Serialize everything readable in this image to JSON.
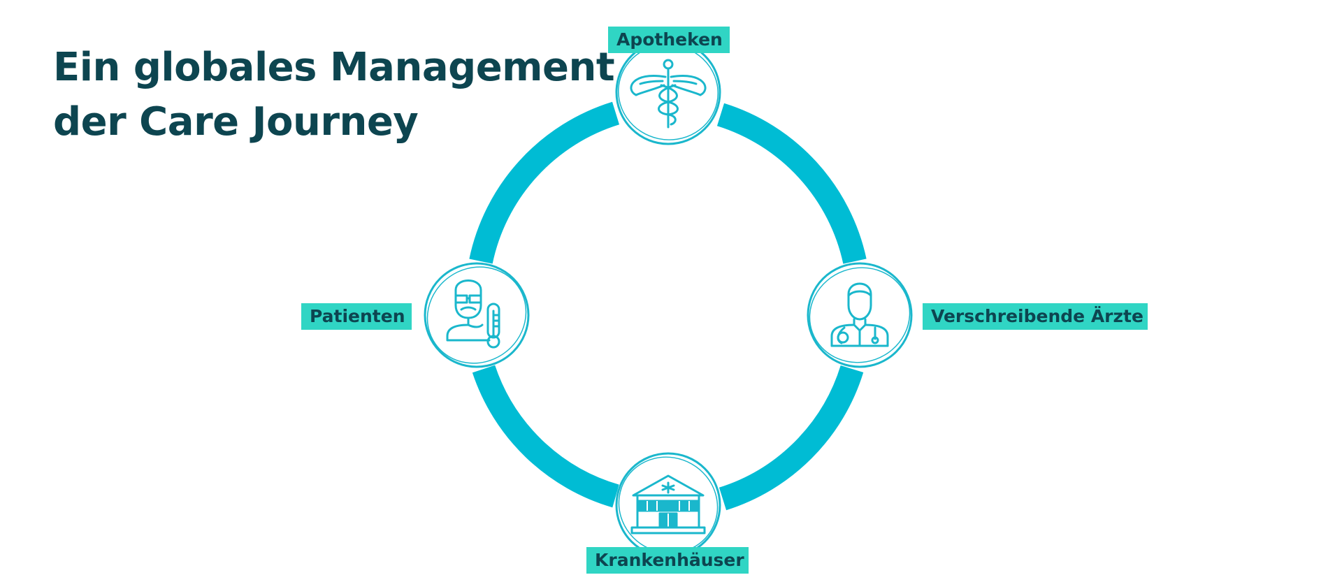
{
  "title": {
    "line1": "Ein globales Management",
    "line2": "der Care Journey"
  },
  "nodes": [
    {
      "label": "Apotheken",
      "icon": "caduceus-icon"
    },
    {
      "label": "Verschreibende Ärzte",
      "icon": "doctor-icon"
    },
    {
      "label": "Krankenhäuser",
      "icon": "hospital-icon"
    },
    {
      "label": "Patienten",
      "icon": "patient-thermometer-icon"
    }
  ],
  "colors": {
    "ring": "#00bcd4",
    "icon_stroke": "#1ab7cc",
    "label_bg": "#30d5c4",
    "title_text": "#0d4550"
  }
}
